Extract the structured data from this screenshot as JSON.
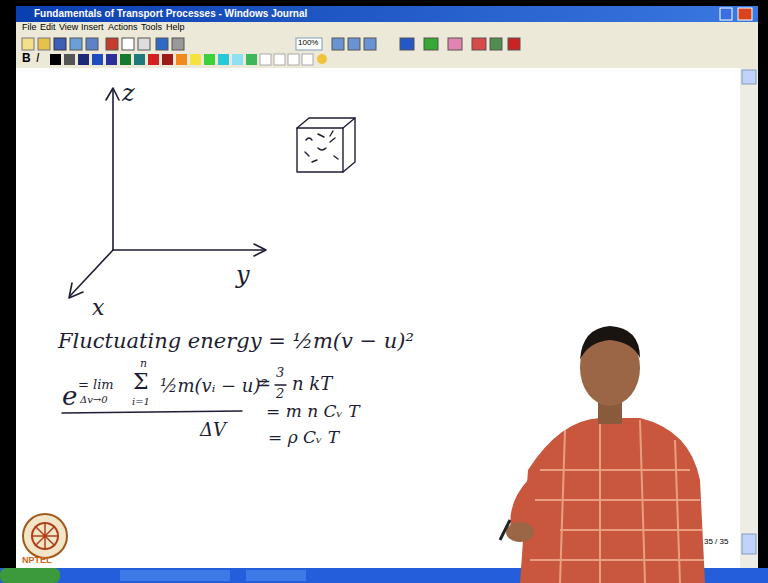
{
  "diagram": {
    "labels": [
      "Fundamentals of Transport Processes - Windows Journal",
      "File",
      "Edit",
      "View",
      "Insert",
      "Actions",
      "Tools",
      "Help",
      "100%",
      "B",
      "I",
      "z",
      "y",
      "x",
      "Fluctuating energy = ½m(v − u)²",
      "e",
      "= lim",
      "Δv→0",
      "n",
      "Σ",
      "i=1",
      "½m(vᵢ − u)²",
      "ΔV",
      "=",
      "3",
      "2",
      "n kT",
      "= m n Cᵥ T",
      "= ρ Cᵥ T",
      "NPTEL",
      "35 / 35"
    ]
  }
}
